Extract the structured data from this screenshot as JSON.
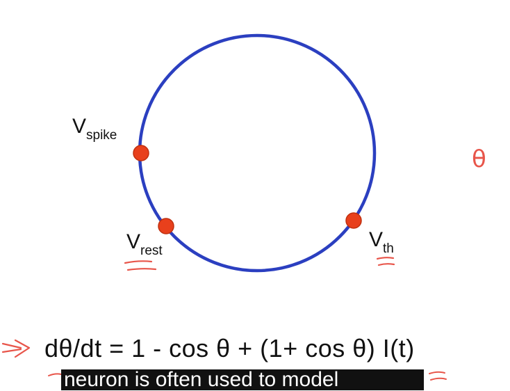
{
  "diagram": {
    "points": {
      "spike": {
        "symbol": "V",
        "subscript": "spike"
      },
      "rest": {
        "symbol": "V",
        "subscript": "rest"
      },
      "threshold": {
        "symbol": "V",
        "subscript": "th"
      }
    },
    "theta_note": "θ",
    "equation": "dθ/dt = 1 - cos θ + (1+ cos θ) I(t)",
    "caption": "neuron is often used to model",
    "colors": {
      "circle": "#2b3fc0",
      "points": "#e8401c",
      "annotation": "#e8554a",
      "text": "#111111",
      "caption_bg": "#111111",
      "caption_text": "#ffffff"
    }
  }
}
